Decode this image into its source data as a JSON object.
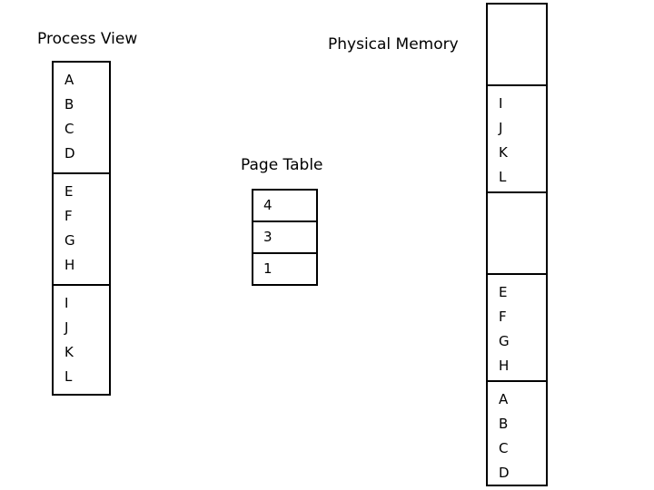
{
  "slide": {
    "background_color": "#ffffff",
    "line_color": "#000000",
    "text_color": "#000000"
  },
  "process_view": {
    "title": "Process View",
    "pages": [
      {
        "index": 0,
        "glyphs": [
          "A",
          "B",
          "C",
          "D"
        ]
      },
      {
        "index": 1,
        "glyphs": [
          "E",
          "F",
          "G",
          "H"
        ]
      },
      {
        "index": 2,
        "glyphs": [
          "I",
          "J",
          "K",
          "L"
        ]
      }
    ]
  },
  "page_table": {
    "title": "Page Table",
    "entries": [
      {
        "row": 0,
        "value": "4"
      },
      {
        "row": 1,
        "value": "3"
      },
      {
        "row": 2,
        "value": "1"
      }
    ]
  },
  "physical_memory": {
    "title": "Physical Memory",
    "frames": [
      {
        "index": 0,
        "glyphs": []
      },
      {
        "index": 1,
        "glyphs": [
          "I",
          "J",
          "K",
          "L"
        ]
      },
      {
        "index": 2,
        "glyphs": []
      },
      {
        "index": 3,
        "glyphs": [
          "E",
          "F",
          "G",
          "H"
        ]
      },
      {
        "index": 4,
        "glyphs": [
          "A",
          "B",
          "C",
          "D"
        ]
      }
    ]
  }
}
